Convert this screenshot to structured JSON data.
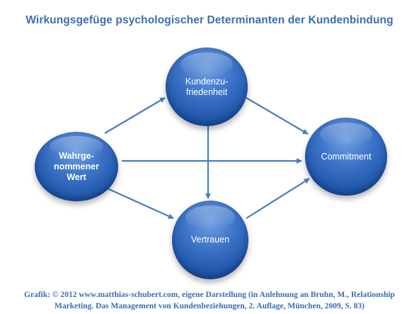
{
  "title": "Wirkungsgefüge psychologischer Determinanten der Kundenbindung",
  "nodes": {
    "wert": "Wahrge-\nnommener\nWert",
    "zufriedenheit": "Kundenzu-\nfriedenheit",
    "commitment": "Commitment",
    "vertrauen": "Vertrauen"
  },
  "caption": "Grafik: © 2012 www.matthias-schubert.com, eigene Darstellung (in Anlehnung an Bruhn, M., Relationship Marketing. Das Management von Kundenbeziehungen, 2. Auflage, München, 2009, S. 83)",
  "colors": {
    "title": "#3b6fb0",
    "node": "#2a62b8",
    "arrow": "#4a7cc0"
  }
}
